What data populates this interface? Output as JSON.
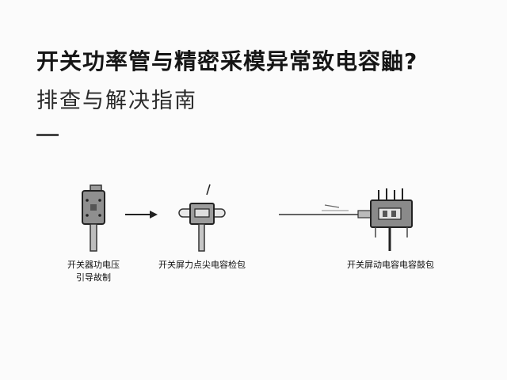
{
  "header": {
    "title": "开关功率管与精密采模异常致电容鼬?",
    "subtitle": "排查与解决指南"
  },
  "diagram": {
    "labels": {
      "left_line1": "开关器功电压",
      "left_line2": "引导故制",
      "middle": "开关屏力点尖电容检包",
      "right": "开关屏动电容电容鼓包"
    }
  }
}
